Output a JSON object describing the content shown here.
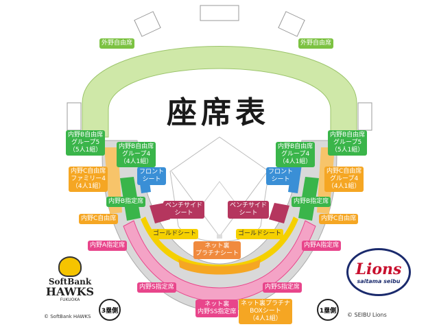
{
  "title": "座席表",
  "colors": {
    "outfield": "#c8e6a0",
    "outfield_label": "#7cc242",
    "green_seat": "#3ab54a",
    "orange_seat": "#f5a623",
    "blue_seat": "#3a8fd6",
    "maroon_seat": "#b5365e",
    "yellow_seat": "#f5d000",
    "pink_seat": "#e8458b",
    "platinum": "#f08a3e"
  },
  "labels": {
    "outfield_left": "外野自由席",
    "outfield_right": "外野自由席",
    "b_free_g5_left": [
      "内野B自由席",
      "グループ5",
      "（5人1組）"
    ],
    "b_free_g5_right": [
      "内野B自由席",
      "グループ5",
      "（5人1組）"
    ],
    "b_free_g4_left": [
      "内野B自由席",
      "グループ4",
      "（4人1組）"
    ],
    "b_free_g4_right": [
      "内野B自由席",
      "グループ4",
      "（4人1組）"
    ],
    "c_free_family4": [
      "内野C自由席",
      "ファミリー4",
      "（4人1組）"
    ],
    "c_free_g4_right": [
      "内野C自由席",
      "グループ4",
      "（4人1組）"
    ],
    "front_left": [
      "フロント",
      "シート"
    ],
    "front_right": [
      "フロント",
      "シート"
    ],
    "b_reserved_left": "内野B指定席",
    "b_reserved_right": "内野B指定席",
    "c_free_left": "内野C自由席",
    "c_free_right": "内野C自由席",
    "bench_left": [
      "ベンチサイド",
      "シート"
    ],
    "bench_right": [
      "ベンチサイド",
      "シート"
    ],
    "gold_left": "ゴールドシート",
    "gold_right": "ゴールドシート",
    "a_reserved_left": "内野A指定席",
    "a_reserved_right": "内野A指定席",
    "net_platinum": [
      "ネット裏",
      "プラチナシート"
    ],
    "s_reserved_left": "内野S指定席",
    "s_reserved_right": "内野S指定席",
    "net_ss": [
      "ネット裏",
      "内野SS指定席"
    ],
    "net_box": [
      "ネット裏プラチナ",
      "BOXシート",
      "（4人1組）"
    ]
  },
  "sides": {
    "third": "3塁側",
    "first": "1塁側"
  },
  "logos": {
    "hawks_line1": "SoftBank",
    "hawks_line2": "HAWKS",
    "hawks_line3": "FUKUOKA",
    "hawks_copy": "© SoftBank HAWKS",
    "lions_word": "Lions",
    "lions_sub": "saitama seibu",
    "lions_copy": "© SEIBU Lions"
  }
}
